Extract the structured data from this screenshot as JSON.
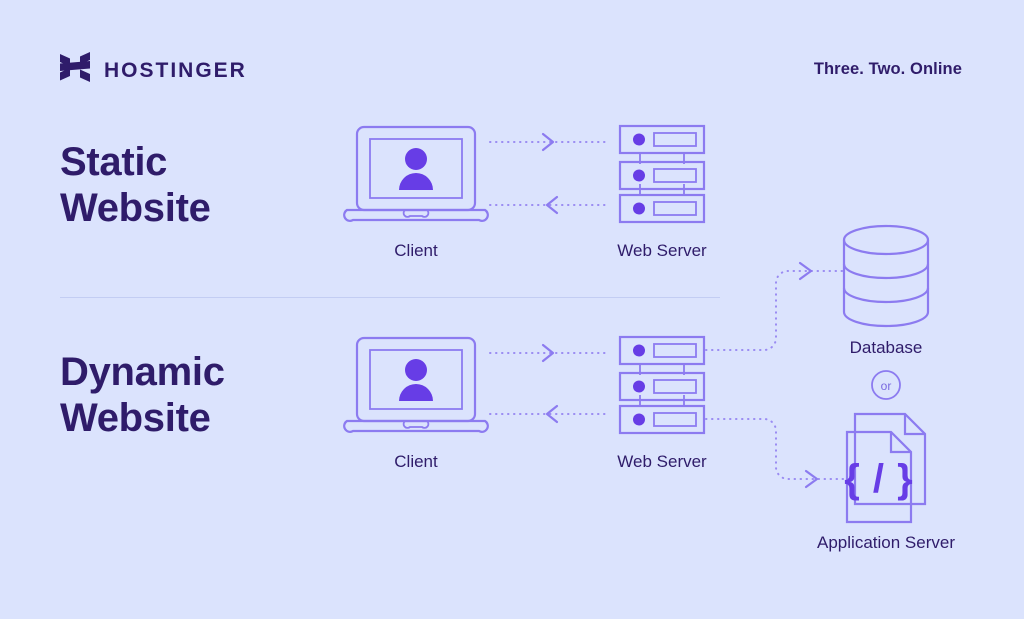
{
  "brand": {
    "logo_icon": "hostinger-h-logo-icon",
    "wordmark": "HOSTINGER",
    "tagline": "Three. Two. Online"
  },
  "colors": {
    "background": "#dbe3fd",
    "heading": "#2f1c6a",
    "accent": "#673de6",
    "line": "#8c7bf0",
    "dotted": "#9a8bf2",
    "divider": "#c3cdf3"
  },
  "sections": [
    {
      "title": "Static\nWebsite",
      "nodes": [
        {
          "label": "Client",
          "icon": "laptop-user-icon"
        },
        {
          "label": "Web Server",
          "icon": "server-stack-icon"
        }
      ]
    },
    {
      "title": "Dynamic\nWebsite",
      "nodes": [
        {
          "label": "Client",
          "icon": "laptop-user-icon"
        },
        {
          "label": "Web Server",
          "icon": "server-stack-icon"
        },
        {
          "label": "Database",
          "icon": "database-cylinder-icon"
        },
        {
          "label": "Application Server",
          "icon": "code-document-icon"
        }
      ]
    }
  ],
  "connector_badge": "or",
  "code_glyph": "{ / }"
}
